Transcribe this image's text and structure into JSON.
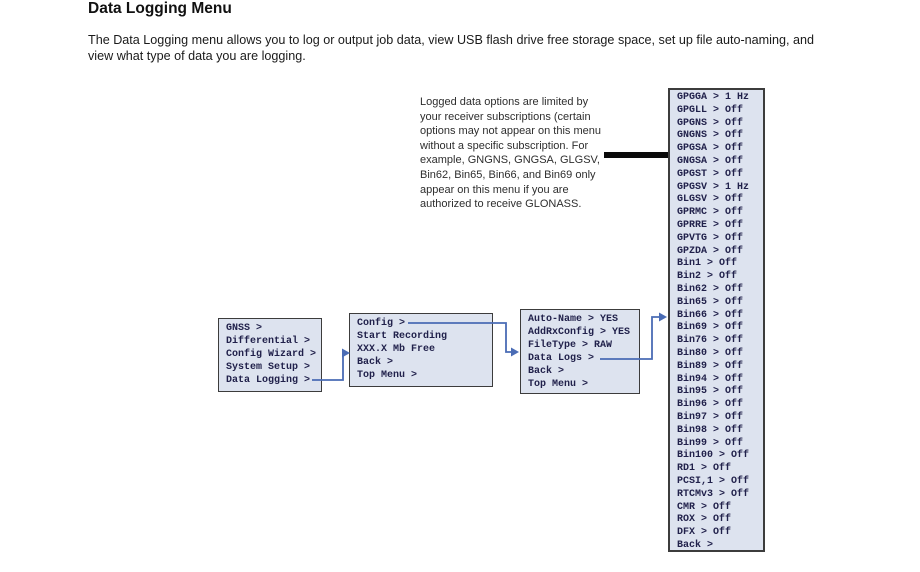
{
  "colors": {
    "connector_blue": "#4a6cb5",
    "box_fill": "#dde3ef",
    "box_border": "#3c3c3c",
    "menu_text": "#21214b",
    "bar_black": "#0a0a0a"
  },
  "header": {
    "title": "Data Logging Menu"
  },
  "intro": {
    "text": "The Data Logging menu allows you to log or output job data, view USB flash drive free storage space, set up file auto-naming, and view what type of data you are logging."
  },
  "note": {
    "lines": [
      "Logged data options are limited by",
      "your receiver subscriptions (certain",
      "options may not appear on this menu",
      "without a specific subscription. For",
      "example, GNGNS, GNGSA, GLGSV,",
      "Bin62, Bin65, Bin66, and Bin69 only",
      "appear on this menu if you are",
      "authorized to receive GLONASS."
    ]
  },
  "menus": {
    "main": {
      "items": [
        "GNSS >",
        "Differential >",
        "Config Wizard >",
        "System Setup >",
        "Data Logging >"
      ]
    },
    "data_logging": {
      "items": [
        "Config >",
        "Start Recording",
        "XXX.X Mb Free",
        "Back >",
        "Top Menu >"
      ]
    },
    "config": {
      "items": [
        "Auto-Name > YES",
        "AddRxConfig > YES",
        "FileType > RAW",
        "Data Logs >",
        "Back >",
        "Top Menu >"
      ]
    },
    "data_logs": {
      "items": [
        "GPGGA > 1 Hz",
        "GPGLL > Off",
        "GPGNS > Off",
        "GNGNS > Off",
        "GPGSA > Off",
        "GNGSA > Off",
        "GPGST > Off",
        "GPGSV > 1 Hz",
        "GLGSV > Off",
        "GPRMC > Off",
        "GPRRE > Off",
        "GPVTG > Off",
        "GPZDA > Off",
        "Bin1 > Off",
        "Bin2 > Off",
        "Bin62 > Off",
        "Bin65 > Off",
        "Bin66 > Off",
        "Bin69 > Off",
        "Bin76 > Off",
        "Bin80 > Off",
        "Bin89 > Off",
        "Bin94 > Off",
        "Bin95 > Off",
        "Bin96 > Off",
        "Bin97 > Off",
        "Bin98 > Off",
        "Bin99 > Off",
        "Bin100 > Off",
        "RD1 > Off",
        "PCSI,1 > Off",
        "RTCMv3 > Off",
        "CMR > Off",
        "ROX > Off",
        "DFX > Off",
        "Back >"
      ]
    }
  }
}
